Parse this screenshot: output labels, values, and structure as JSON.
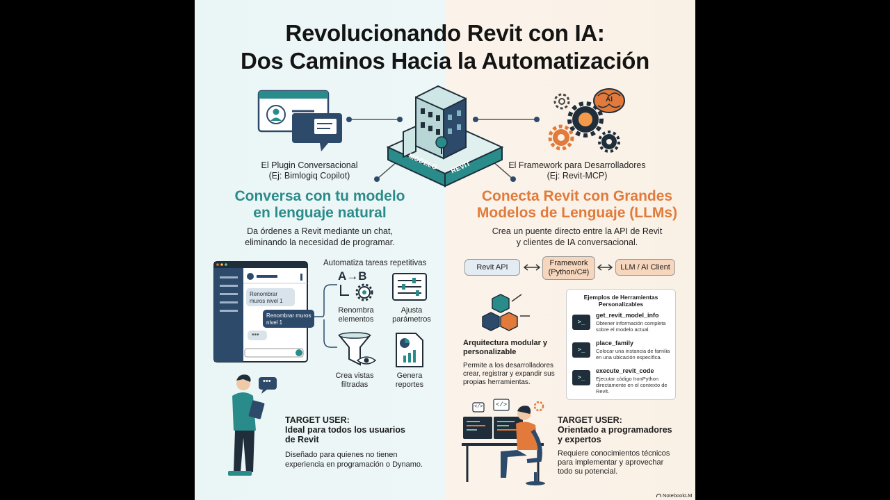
{
  "title": {
    "line1": "Revolucionando Revit con IA:",
    "line2": "Dos Caminos Hacia la Automatización"
  },
  "center": {
    "model_label": "MODELO",
    "revit_label": "REVIT"
  },
  "left": {
    "plugin_name": "El Plugin Conversacional",
    "plugin_example": "(Ej: Bimlogiq Copilot)",
    "heading_line1": "Conversa con tu modelo",
    "heading_line2": "en lenguaje natural",
    "desc_line1": "Da órdenes a Revit mediante un chat,",
    "desc_line2": "eliminando la necesidad de programar.",
    "chat": {
      "msg1_line1": "Renombrar",
      "msg1_line2": "muros nivel 1",
      "msg2_line1": "Renombrar muros",
      "msg2_line2": "nivel 1",
      "typing": "•••"
    },
    "automate_title": "Automatiza tareas repetitivas",
    "ab_label": "A→B",
    "tasks": [
      {
        "line1": "Renombra",
        "line2": "elementos"
      },
      {
        "line1": "Ajusta",
        "line2": "parámetros"
      },
      {
        "line1": "Crea vistas",
        "line2": "filtradas"
      },
      {
        "line1": "Genera",
        "line2": "reportes"
      }
    ],
    "target_label": "TARGET USER:",
    "target_line1": "Ideal para todos los usuarios",
    "target_line2": "de Revit",
    "target_desc1": "Diseñado para quienes no tienen",
    "target_desc2": "experiencia en programación o Dynamo.",
    "bubble_dots": "•••"
  },
  "right": {
    "framework_name": "El Framework para Desarrolladores",
    "framework_example": "(Ej: Revit-MCP)",
    "brain_label": "AI",
    "heading_line1": "Conecta Revit con Grandes",
    "heading_line2": "Modelos de Lenguaje (LLMs)",
    "desc_line1": "Crea un puente directo entre la API de Revit",
    "desc_line2": "y clientes de IA conversacional.",
    "flow": {
      "node1": "Revit API",
      "node2_line1": "Framework",
      "node2_line2": "(Python/C#)",
      "node3": "LLM / AI Client",
      "arrow": "⟷"
    },
    "arch_title1": "Arquitectura modular y",
    "arch_title2": "personalizable",
    "arch_desc1": "Permite a los desarrolladores",
    "arch_desc2": "crear, registrar y expandir sus",
    "arch_desc3": "propias herramientas.",
    "tools_title1": "Ejemplos de Herramientas",
    "tools_title2": "Personalizables",
    "tools": [
      {
        "name": "get_revit_model_info",
        "desc1": "Obtener información completa",
        "desc2": "sobre el modelo actual.",
        "desc3": ""
      },
      {
        "name": "place_family",
        "desc1": "Colocar una instancia de familia",
        "desc2": "en una ubicación específica.",
        "desc3": ""
      },
      {
        "name": "execute_revit_code",
        "desc1": "Ejecutar código IronPython",
        "desc2": "directamente en el contexto de",
        "desc3": "Revit."
      }
    ],
    "terminal_glyph": ">_",
    "code_glyph1": "</>",
    "code_glyph2": "</>",
    "target_label": "TARGET USER:",
    "target_line1": "Orientado a programadores",
    "target_line2": "y expertos",
    "target_desc1": "Requiere conocimientos técnicos",
    "target_desc2": "para implementar y aprovechar",
    "target_desc3": "todo su potencial."
  },
  "watermark": "NotebookLM",
  "colors": {
    "teal": "#2a8c8a",
    "orange": "#e17a3a",
    "navy": "#2d4a6a",
    "dark": "#1f2e3a"
  },
  "icons": [
    "chat-window-icon",
    "speech-bubble-icon",
    "building-icon",
    "gears-icon",
    "brain-icon",
    "gear-icon",
    "sliders-icon",
    "funnel-icon",
    "eye-icon",
    "report-icon",
    "cubes-icon",
    "terminal-icon",
    "person-tablet-icon",
    "developer-desk-icon"
  ]
}
